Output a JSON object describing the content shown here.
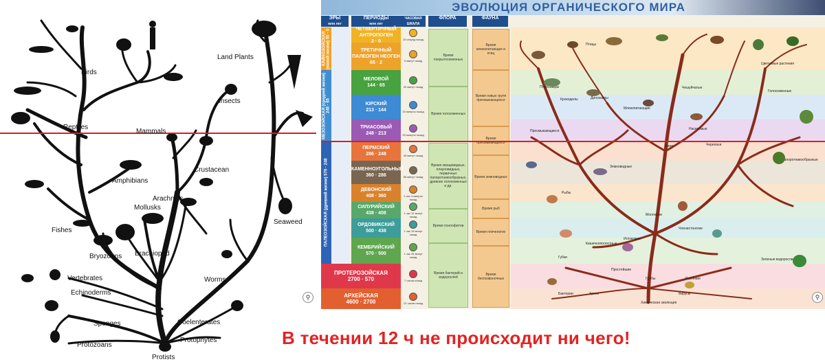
{
  "left_diagram": {
    "labels": {
      "birds": "Birds",
      "land_plants": "Land Plants",
      "reptiles": "Reptiles",
      "mammals": "Mammals",
      "insects": "Insects",
      "amphibians": "Amphibians",
      "crustacean": "Crustacean",
      "arachnids": "Arachnids",
      "mollusks": "Mollusks",
      "seaweed": "Seaweed",
      "fishes": "Fishes",
      "bryozoans": "Bryozoans",
      "brachiopod": "Brachiopod",
      "vertebrates": "Vertebrates",
      "echinoderms": "Echinoderms",
      "worms": "Worms",
      "sponges": "Sponges",
      "coelenterates": "Coelenterates",
      "protozoans": "Protozoans",
      "protophytes": "Protophytes",
      "protists": "Protists"
    },
    "line_color": "#e01b1b",
    "branch_color": "#111111"
  },
  "right_chart": {
    "title": "ЭВОЛЮЦИЯ ОРГАНИЧЕСКОГО МИРА",
    "headers": {
      "eras": "ЭРЫ",
      "eras_sub": "млн лет",
      "periods": "ПЕРИОДЫ",
      "periods_sub": "млн лет",
      "clock": "ЧАСОВАЯ ШКАЛА",
      "flora": "ФЛОРА",
      "fauna": "ФАУНА"
    },
    "eras": [
      {
        "name": "КАЙНОЗОЙСКАЯ (новой жизни) 65 · 0",
        "color": "#f2a024"
      },
      {
        "name": "МЕЗОЗОЙСКАЯ (средней жизни) 248 · 65",
        "color": "#3f8ed0"
      },
      {
        "name": "ПАЛЕОЗОЙСКАЯ (древней жизни) 570 · 248",
        "color": "#2d64b6"
      }
    ],
    "periods": [
      {
        "name": "ЧЕТВЕРТИЧНЫЙ АНТРОПОГЕН",
        "range": "2 · 0",
        "color": "#f1b323",
        "clock": "15 секунд назад"
      },
      {
        "name": "ТРЕТИЧНЫЙ ПАЛЕОГЕН НЕОГЕН",
        "range": "65 · 2",
        "color": "#eda22a",
        "clock": "9 минут назад"
      },
      {
        "name": "МЕЛОВОЙ",
        "range": "144 · 65",
        "color": "#48a23f",
        "clock": "20 минут назад"
      },
      {
        "name": "ЮРСКИЙ",
        "range": "213 · 144",
        "color": "#3c8bd4",
        "clock": "33 минуты назад"
      },
      {
        "name": "ТРИАСОВЫЙ",
        "range": "248 · 213",
        "color": "#9b5bb5",
        "clock": "33 минуты назад"
      },
      {
        "name": "ПЕРМСКИЙ",
        "range": "286 · 248",
        "color": "#e7743b",
        "clock": "45 минут назад"
      },
      {
        "name": "КАМЕННОУГОЛЬНЫЙ",
        "range": "360 · 286",
        "color": "#7a6650",
        "clock": "56 минут назад"
      },
      {
        "name": "ДЕВОНСКИЙ",
        "range": "408 · 360",
        "color": "#d9822b",
        "clock": "1 час 4 минуты назад"
      },
      {
        "name": "СИЛУРИЙСКИЙ",
        "range": "438 · 408",
        "color": "#57a86a",
        "clock": "1 час 12 минут назад"
      },
      {
        "name": "ОРДОВИКСКИЙ",
        "range": "500 · 438",
        "color": "#3c9d9b",
        "clock": "1 час 15 минут назад"
      },
      {
        "name": "КЕМБРИЙСКИЙ",
        "range": "570 · 500",
        "color": "#5fa64f",
        "clock": "1 час 25 минут назад"
      },
      {
        "name": "ПРОТЕРОЗОЙСКАЯ",
        "range": "2700 · 570",
        "color": "#e0384b",
        "clock": "7 часов назад"
      },
      {
        "name": "АРХЕЙСКАЯ",
        "range": "4600 · 2700",
        "color": "#e26030",
        "clock": "12 часов назад"
      }
    ],
    "flora": [
      "Время покрытосеменных",
      "Время голосеменных",
      "Время хвощевидных, плауновидных, первичных папоротникообразных, древних голосеменных и др.",
      "Время псилофитов",
      "Время бактерий и водорослей"
    ],
    "fauna": [
      "Время млекопитающих и птиц",
      "Время новых групп пресмыкающихся",
      "Время пресмыкающихся",
      "Время земноводных",
      "Время рыб",
      "Время плеченогих",
      "Время беспозвоночных"
    ],
    "tree_labels": {
      "ptitsy": "Птицы",
      "pterozavry": "Птерозавры",
      "dinozavry": "Динозавры",
      "mlekopitayushchie": "Млекопитающие",
      "presmykayushchiesya": "Пресмыкающиеся",
      "zemnovodnye": "Земноводные",
      "nasekomye": "Насекомые",
      "ryby": "Рыбы",
      "mollyuski": "Моллюски",
      "chlenistonogie": "Членистоногие",
      "iglokozhie": "Иглокожие",
      "kishechnopolostnye": "Кишечнополостные",
      "gubki": "Губки",
      "prosteyshie": "Простейшие",
      "griby": "Грибы",
      "rasteniya": "Растения",
      "bakterii": "Бактерии",
      "virusy": "Вирусы",
      "arkhei": "Археи",
      "khimicheskaya_evolyutsiya": "Химическая эволюция",
      "tsvetkovye_rasteniya": "Цветковые растения",
      "golosemennye": "Голосеменные",
      "paporotnikoobraznye": "Папоротникообразные",
      "vodorosli": "Зеленые водоросли",
      "cherepakhi": "Черепахи",
      "krokodily": "Крокодилы",
      "zmei": "Змеи",
      "cheshuychatye": "Чешуйчатые"
    },
    "line_color": "#e01b1b"
  },
  "caption": "В течении 12 ч не происходит ни чего!",
  "caption_color": "#e32222",
  "zoom_icon": "magnifier-icon"
}
